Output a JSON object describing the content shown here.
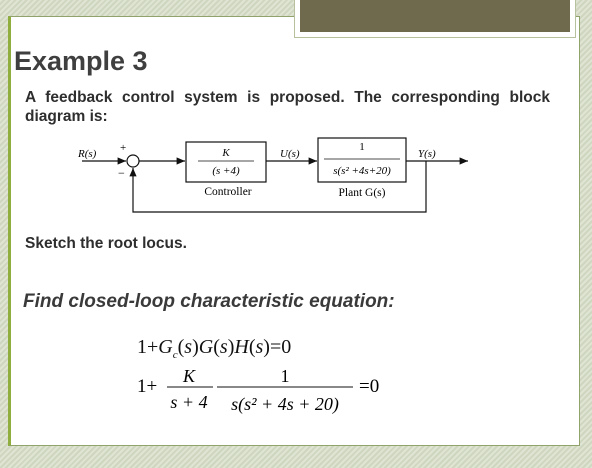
{
  "slide": {
    "title": "Example 3",
    "intro": "A feedback control system is proposed.  The corresponding block diagram is:",
    "sketch": "Sketch the root locus.",
    "find": "Find closed-loop characteristic equation:"
  },
  "diagram": {
    "input": "R(s)",
    "plus": "+",
    "minus": "−",
    "controller_num": "K",
    "controller_den": "(s +4)",
    "controller_label": "Controller",
    "signal_u": "U(s)",
    "plant_num": "1",
    "plant_den": "s(s² +4s+20)",
    "plant_label": "Plant  G(s)",
    "output": "Y(s)"
  },
  "equation1": {
    "lead": "1+",
    "g": "G",
    "c": "c",
    "s": "s",
    "h": "H",
    "rhs": "=0"
  },
  "equation2": {
    "lead": "1+",
    "num1": "K",
    "den1": "s + 4",
    "num2": "1",
    "den2": "s(s² + 4s + 20)",
    "rhs": "=0"
  }
}
